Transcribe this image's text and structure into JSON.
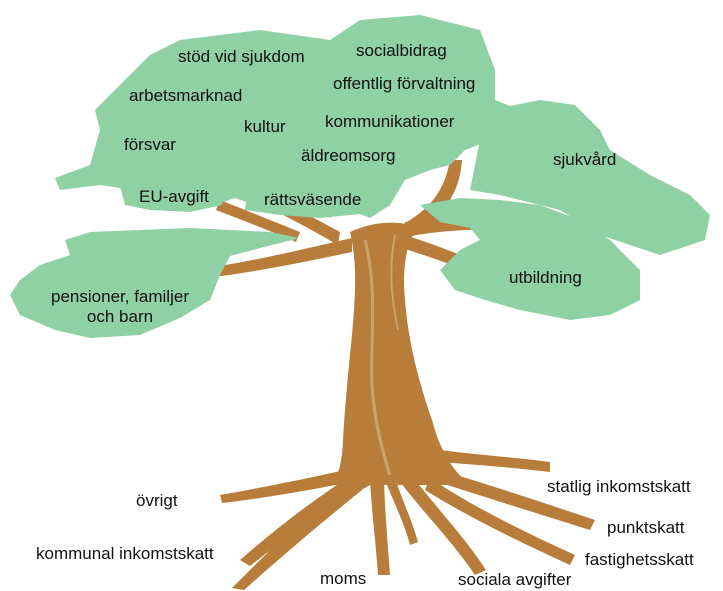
{
  "diagram": {
    "colors": {
      "foliage": "#8fd1a5",
      "trunk": "#b87d3a",
      "trunk_highlight": "#c9a46a",
      "text": "#111111"
    },
    "leaves": {
      "stod_vid_sjukdom": "stöd vid sjukdom",
      "socialbidrag": "socialbidrag",
      "offentlig_forvaltning": "offentlig förvaltning",
      "arbetsmarknad": "arbetsmarknad",
      "kultur": "kultur",
      "kommunikationer": "kommunikationer",
      "forsvar": "försvar",
      "aldreomsorg": "äldreomsorg",
      "sjukvard": "sjukvård",
      "eu_avgift": "EU-avgift",
      "rattsvasende": "rättsväsende",
      "pensioner_line1": "pensioner, familjer",
      "pensioner_line2": "och barn",
      "utbildning": "utbildning"
    },
    "roots": {
      "ovrigt": "övrigt",
      "kommunal_inkomstskatt": "kommunal inkomstskatt",
      "moms": "moms",
      "sociala_avgifter": "sociala avgifter",
      "statlig_inkomstskatt": "statlig inkomstskatt",
      "punktskatt": "punktskatt",
      "fastighetsskatt": "fastighetsskatt"
    }
  }
}
